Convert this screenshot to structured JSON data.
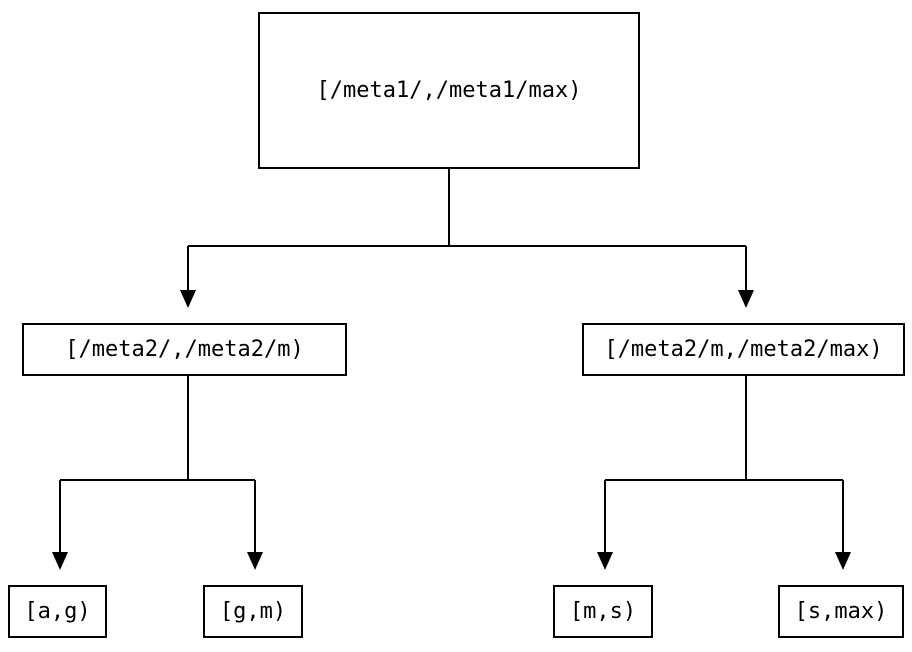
{
  "diagram": {
    "type": "tree",
    "colors": {
      "line": "#000000",
      "node_border": "#000000",
      "node_fill": "#ffffff",
      "background": "#ffffff",
      "text": "#000000"
    },
    "nodes": {
      "root": {
        "id": "root",
        "label": "[/meta1/,/meta1/max)"
      },
      "left_mid": {
        "id": "left_mid",
        "label": "[/meta2/,/meta2/m)"
      },
      "right_mid": {
        "id": "right_mid",
        "label": "[/meta2/m,/meta2/max)"
      },
      "leaf_ag": {
        "id": "leaf_ag",
        "label": "[a,g)"
      },
      "leaf_gm": {
        "id": "leaf_gm",
        "label": "[g,m)"
      },
      "leaf_ms": {
        "id": "leaf_ms",
        "label": "[m,s)"
      },
      "leaf_smax": {
        "id": "leaf_smax",
        "label": "[s,max)"
      }
    },
    "edges": [
      {
        "from": "root",
        "to": "left_mid",
        "arrowhead": "filled-triangle-down"
      },
      {
        "from": "root",
        "to": "right_mid",
        "arrowhead": "filled-triangle-down"
      },
      {
        "from": "left_mid",
        "to": "leaf_ag",
        "arrowhead": "filled-triangle-down"
      },
      {
        "from": "left_mid",
        "to": "leaf_gm",
        "arrowhead": "filled-triangle-down"
      },
      {
        "from": "right_mid",
        "to": "leaf_ms",
        "arrowhead": "filled-triangle-down"
      },
      {
        "from": "right_mid",
        "to": "leaf_smax",
        "arrowhead": "filled-triangle-down"
      }
    ]
  }
}
